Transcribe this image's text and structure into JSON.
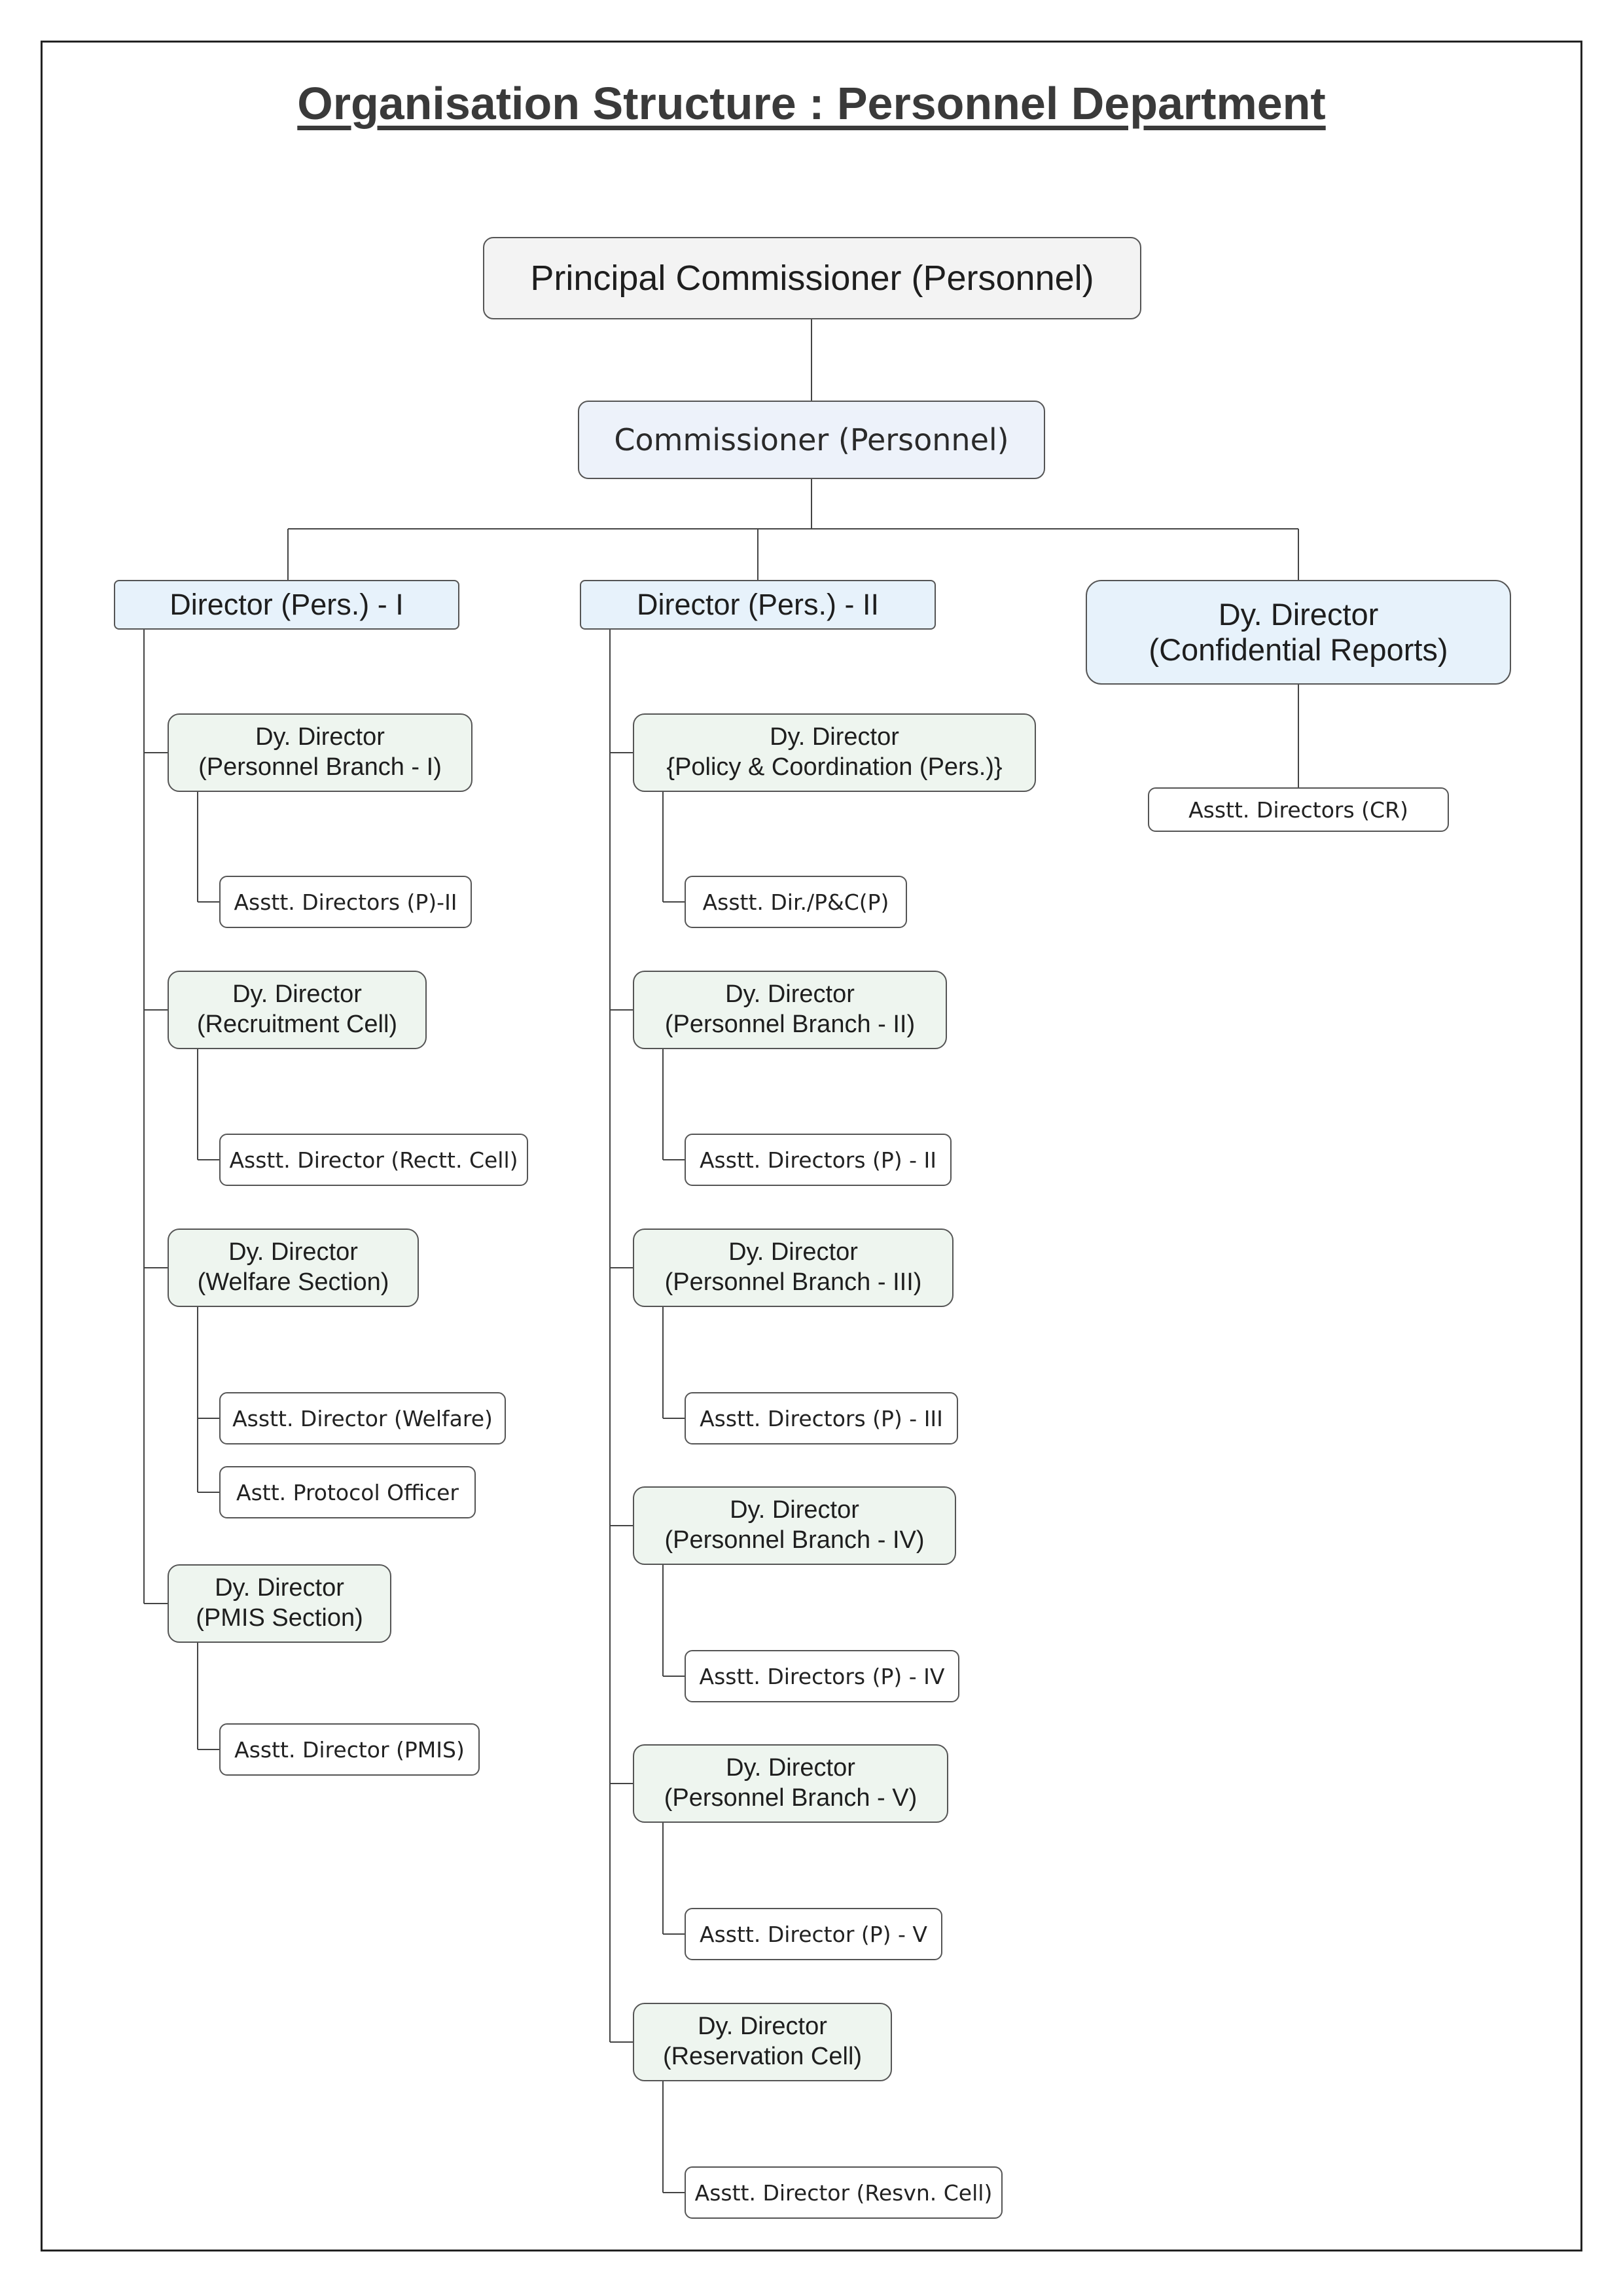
{
  "title": "Organisation Structure : Personnel Department",
  "principal": "Principal Commissioner (Personnel)",
  "commissioner": "Commissioner (Personnel)",
  "columns": [
    {
      "director": "Director (Pers.) - I",
      "deputies": [
        {
          "line1": "Dy.  Director",
          "line2": "(Personnel Branch - I)",
          "assistants": [
            "Asstt. Directors (P)-II"
          ]
        },
        {
          "line1": "Dy.  Director",
          "line2": "(Recruitment Cell)",
          "assistants": [
            "Asstt. Director (Rectt. Cell)"
          ]
        },
        {
          "line1": "Dy.  Director",
          "line2": "(Welfare Section)",
          "assistants": [
            "Asstt. Director (Welfare)",
            "Astt. Protocol Officer"
          ]
        },
        {
          "line1": "Dy.  Director",
          "line2": "(PMIS Section)",
          "assistants": [
            "Asstt. Director (PMIS)"
          ]
        }
      ]
    },
    {
      "director": "Director (Pers.) - II",
      "deputies": [
        {
          "line1": "Dy.  Director",
          "line2": "{Policy & Coordination (Pers.)}",
          "assistants": [
            "Asstt. Dir./P&C(P)"
          ]
        },
        {
          "line1": "Dy.  Director",
          "line2": "(Personnel Branch - II)",
          "assistants": [
            "Asstt. Directors (P) - II"
          ]
        },
        {
          "line1": "Dy.  Director",
          "line2": "(Personnel Branch - III)",
          "assistants": [
            "Asstt. Directors (P) - III"
          ]
        },
        {
          "line1": "Dy.  Director",
          "line2": "(Personnel Branch - IV)",
          "assistants": [
            "Asstt. Directors (P) - IV"
          ]
        },
        {
          "line1": "Dy.  Director",
          "line2": "(Personnel Branch - V)",
          "assistants": [
            "Asstt. Director (P) - V"
          ]
        },
        {
          "line1": "Dy.  Director",
          "line2": "(Reservation Cell)",
          "assistants": [
            "Asstt. Director (Resvn. Cell)"
          ]
        }
      ]
    },
    {
      "director_line1": "Dy.  Director",
      "director_line2": "(Confidential Reports)",
      "assistants": [
        "Asstt. Directors (CR)"
      ]
    }
  ]
}
